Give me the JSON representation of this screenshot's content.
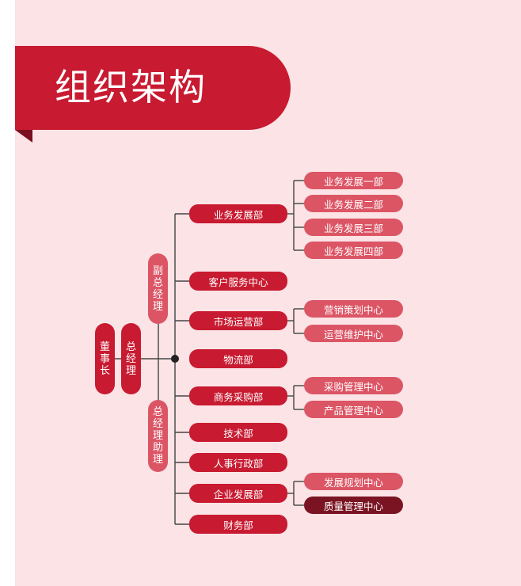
{
  "title": "组织架构",
  "colors": {
    "primary_red": "#c81a30",
    "secondary_pink": "#dc5565",
    "highlight_dark": "#7a1422",
    "background": "#fbe3e6",
    "line": "#444444"
  },
  "executives": {
    "chairman": "董事长",
    "general_manager": "总经理",
    "deputy_gm": "副总经理",
    "gm_assistant": "总经理助理"
  },
  "departments": [
    {
      "label": "业务发展部",
      "subs": [
        "业务发展一部",
        "业务发展二部",
        "业务发展三部",
        "业务发展四部"
      ]
    },
    {
      "label": "客户服务中心",
      "subs": []
    },
    {
      "label": "市场运营部",
      "subs": [
        "营销策划中心",
        "运营维护中心"
      ]
    },
    {
      "label": "物流部",
      "subs": []
    },
    {
      "label": "商务采购部",
      "subs": [
        "采购管理中心",
        "产品管理中心"
      ]
    },
    {
      "label": "技术部",
      "subs": []
    },
    {
      "label": "人事行政部",
      "subs": []
    },
    {
      "label": "企业发展部",
      "subs": [
        "发展规划中心",
        "质量管理中心"
      ]
    },
    {
      "label": "财务部",
      "subs": []
    }
  ]
}
